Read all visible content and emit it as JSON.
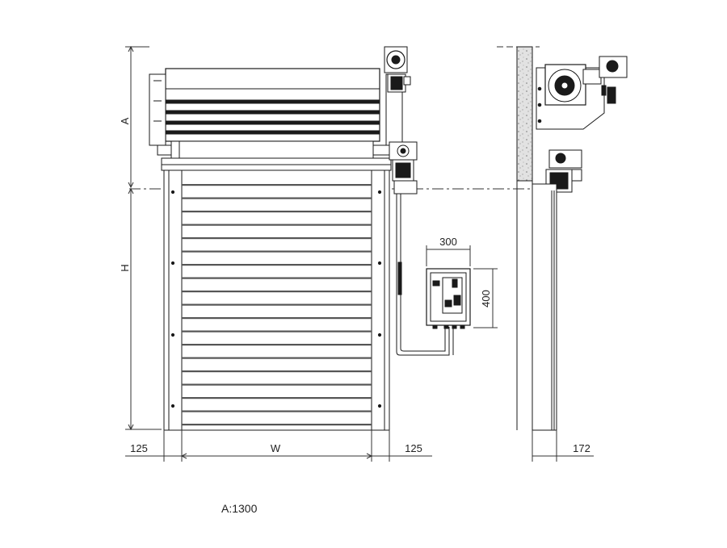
{
  "dimensions": {
    "a_label": "A",
    "h_label": "H",
    "w_label": "W",
    "left_side": "125",
    "right_side": "125",
    "depth": "172",
    "box_width": "300",
    "box_height": "400"
  },
  "note": "A:1300",
  "colors": {
    "line": "#1a1a1a",
    "dim": "#333333",
    "wall": "#d9d9d9"
  }
}
